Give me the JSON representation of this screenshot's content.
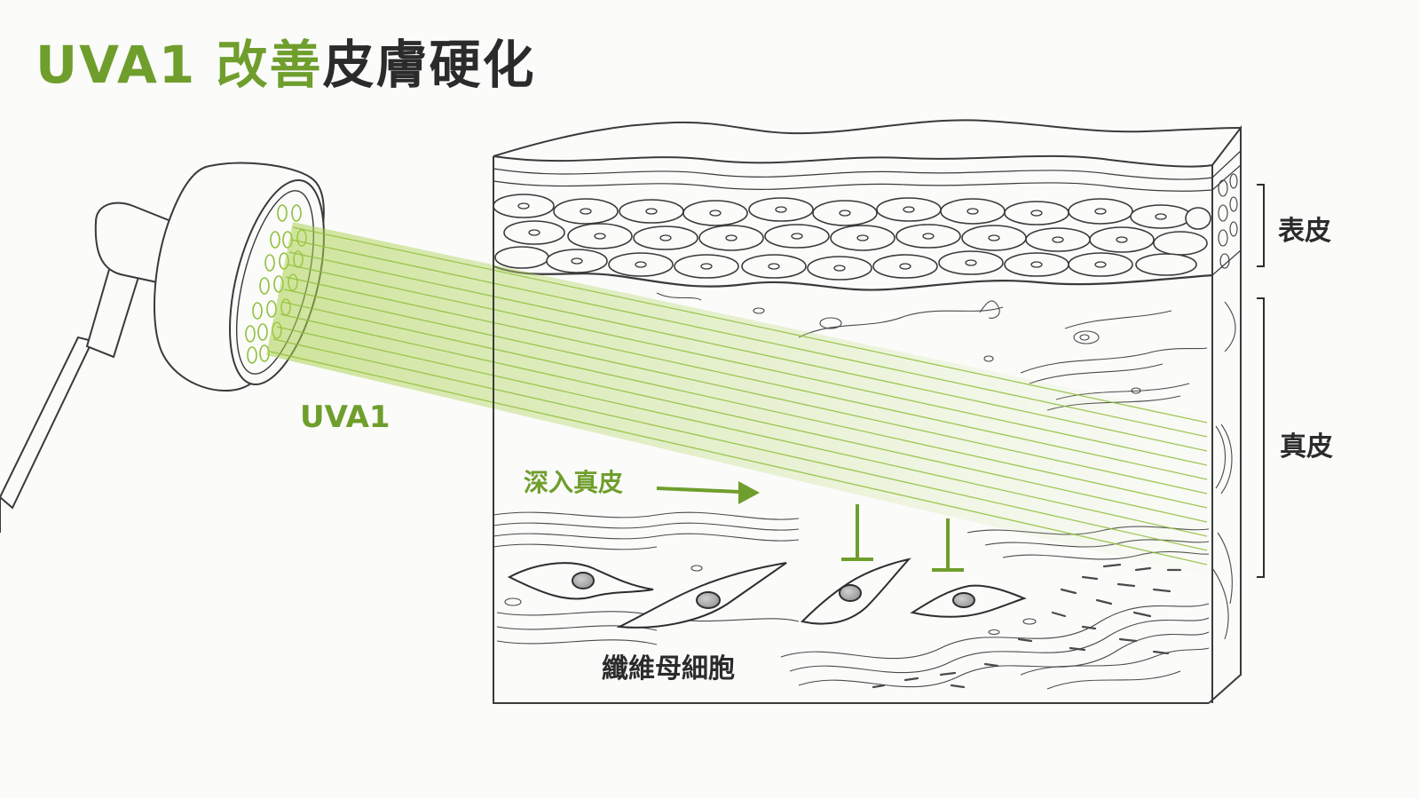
{
  "title": {
    "highlight": "UVA1 改善",
    "rest": "皮膚硬化"
  },
  "labels": {
    "light": "UVA1",
    "penetration": "深入真皮",
    "epidermis": "表皮",
    "dermis": "真皮",
    "fibroblast": "纖維母細胞"
  },
  "colors": {
    "accent": "#6f9e2c",
    "line": "#3a3a3a",
    "beam": "#8fbf3a"
  }
}
